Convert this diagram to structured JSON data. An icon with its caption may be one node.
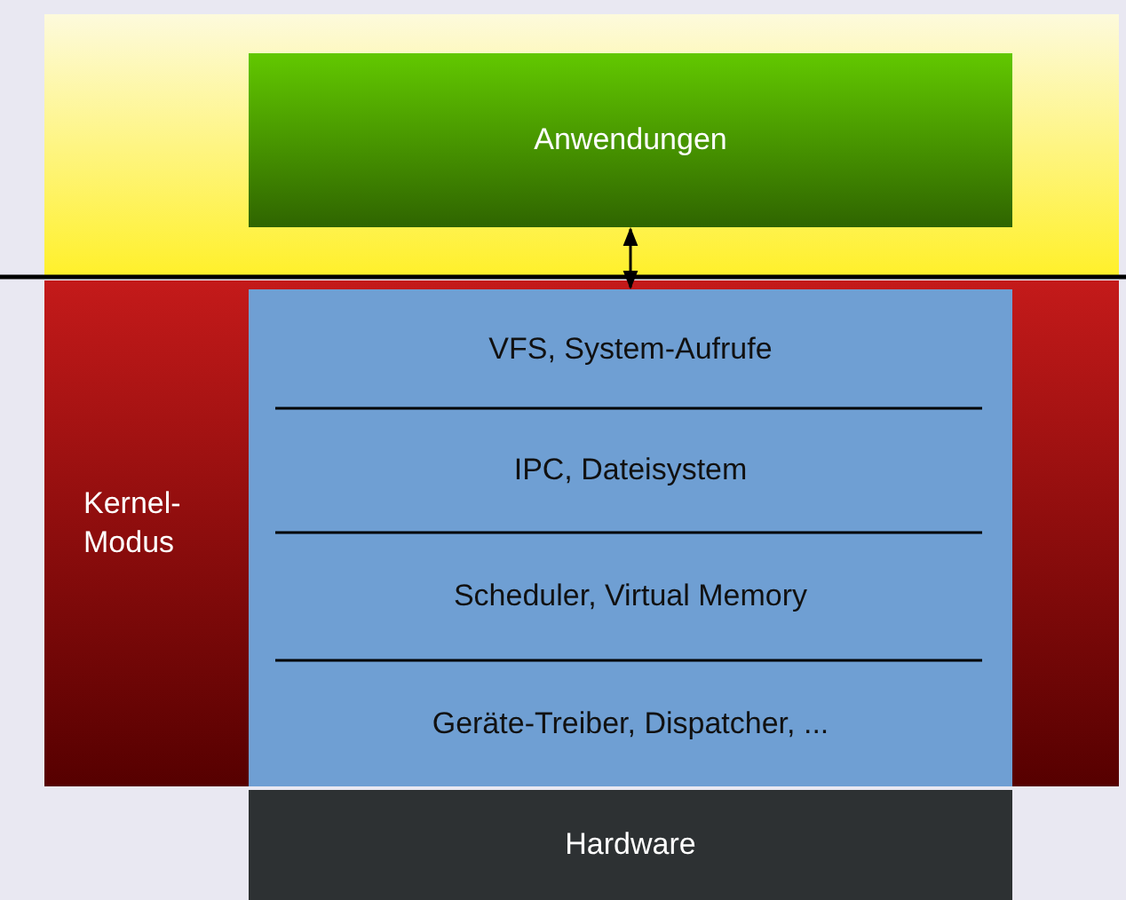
{
  "diagram": {
    "nodes": [
      {
        "text": [],
        "shape": "box"
      },
      {
        "text": [
          "Anwendungen"
        ],
        "in": 0
      },
      {
        "text": [
          "Kernel-Modus"
        ]
      },
      {
        "text": [],
        "shape": "box",
        "in": 2
      },
      {
        "text": [
          "VFS, System-Aufrufe"
        ],
        "in": 3
      },
      {
        "text": [
          "IPC, Dateisystem"
        ],
        "in": 3
      },
      {
        "text": [
          "Scheduler, Virtual Memory"
        ],
        "in": 3
      },
      {
        "text": [
          "Geräte-Treiber, Dispatcher, ..."
        ],
        "in": 3
      },
      {
        "text": [
          "Hardware"
        ]
      }
    ],
    "edges": [
      {
        "from": 1,
        "to": 3,
        "arrow": "both"
      }
    ]
  }
}
